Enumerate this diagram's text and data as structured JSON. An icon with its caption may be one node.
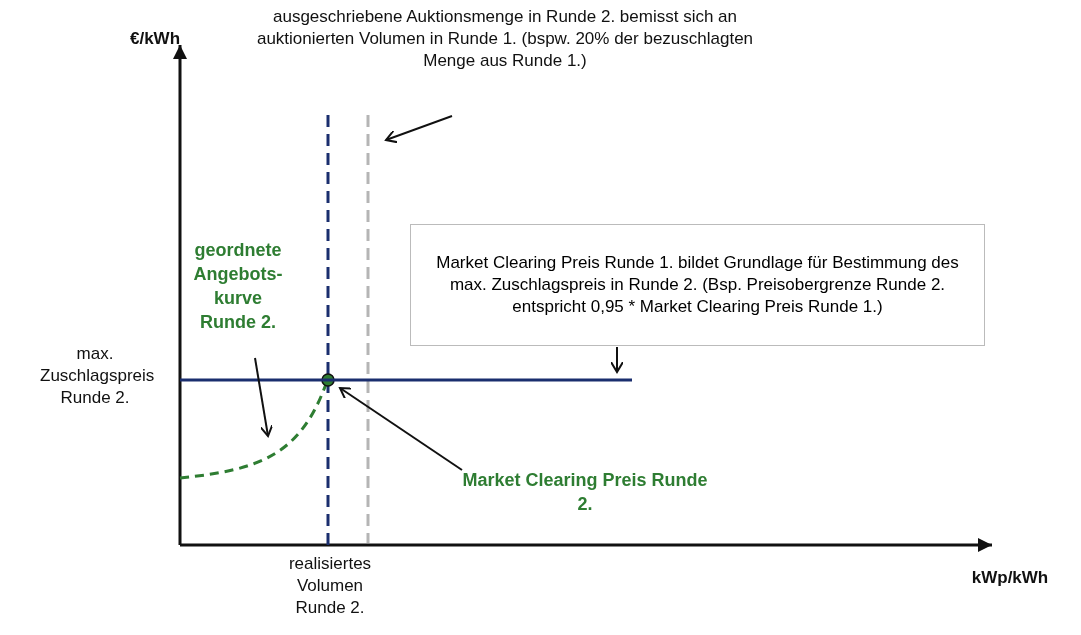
{
  "diagram": {
    "nodes": [
      {
        "text": [
          "ausgeschriebene Auktionsmenge in Runde 2. bemisst sich an auktionierten Volumen in Runde 1. (bspw. 20% der bezuschlagten Menge aus Runde 1.)"
        ]
      },
      {
        "text": [],
        "shape": "line"
      },
      {
        "text": [
          "geordnete Angebots- kurve Runde 2."
        ]
      },
      {
        "text": [],
        "shape": "curve"
      },
      {
        "text": [
          "Market Clearing Preis Runde 2."
        ]
      },
      {
        "text": [],
        "shape": "circle"
      },
      {
        "text": [
          "Market Clearing Preis Runde 1. bildet Grundlage für Bestimmung des max. Zuschlagspreis in Runde 2. (Bsp. Preisobergrenze Runde 2. entspricht 0,95 * Market Clearing Preis Runde 1.)"
        ]
      },
      {
        "text": [],
        "shape": "line"
      }
    ],
    "edges": [
      {
        "from": 0,
        "to": 1,
        "arrow": "to"
      },
      {
        "from": 2,
        "to": 3,
        "arrow": "to"
      },
      {
        "from": 4,
        "to": 5,
        "arrow": "to"
      },
      {
        "from": 6,
        "to": 7,
        "arrow": "to"
      }
    ],
    "labels": [
      "€/kWh",
      "max. Zuschlagspreis Runde 2.",
      "realisiertes Volumen Runde 2.",
      "kWp/kWh"
    ]
  }
}
